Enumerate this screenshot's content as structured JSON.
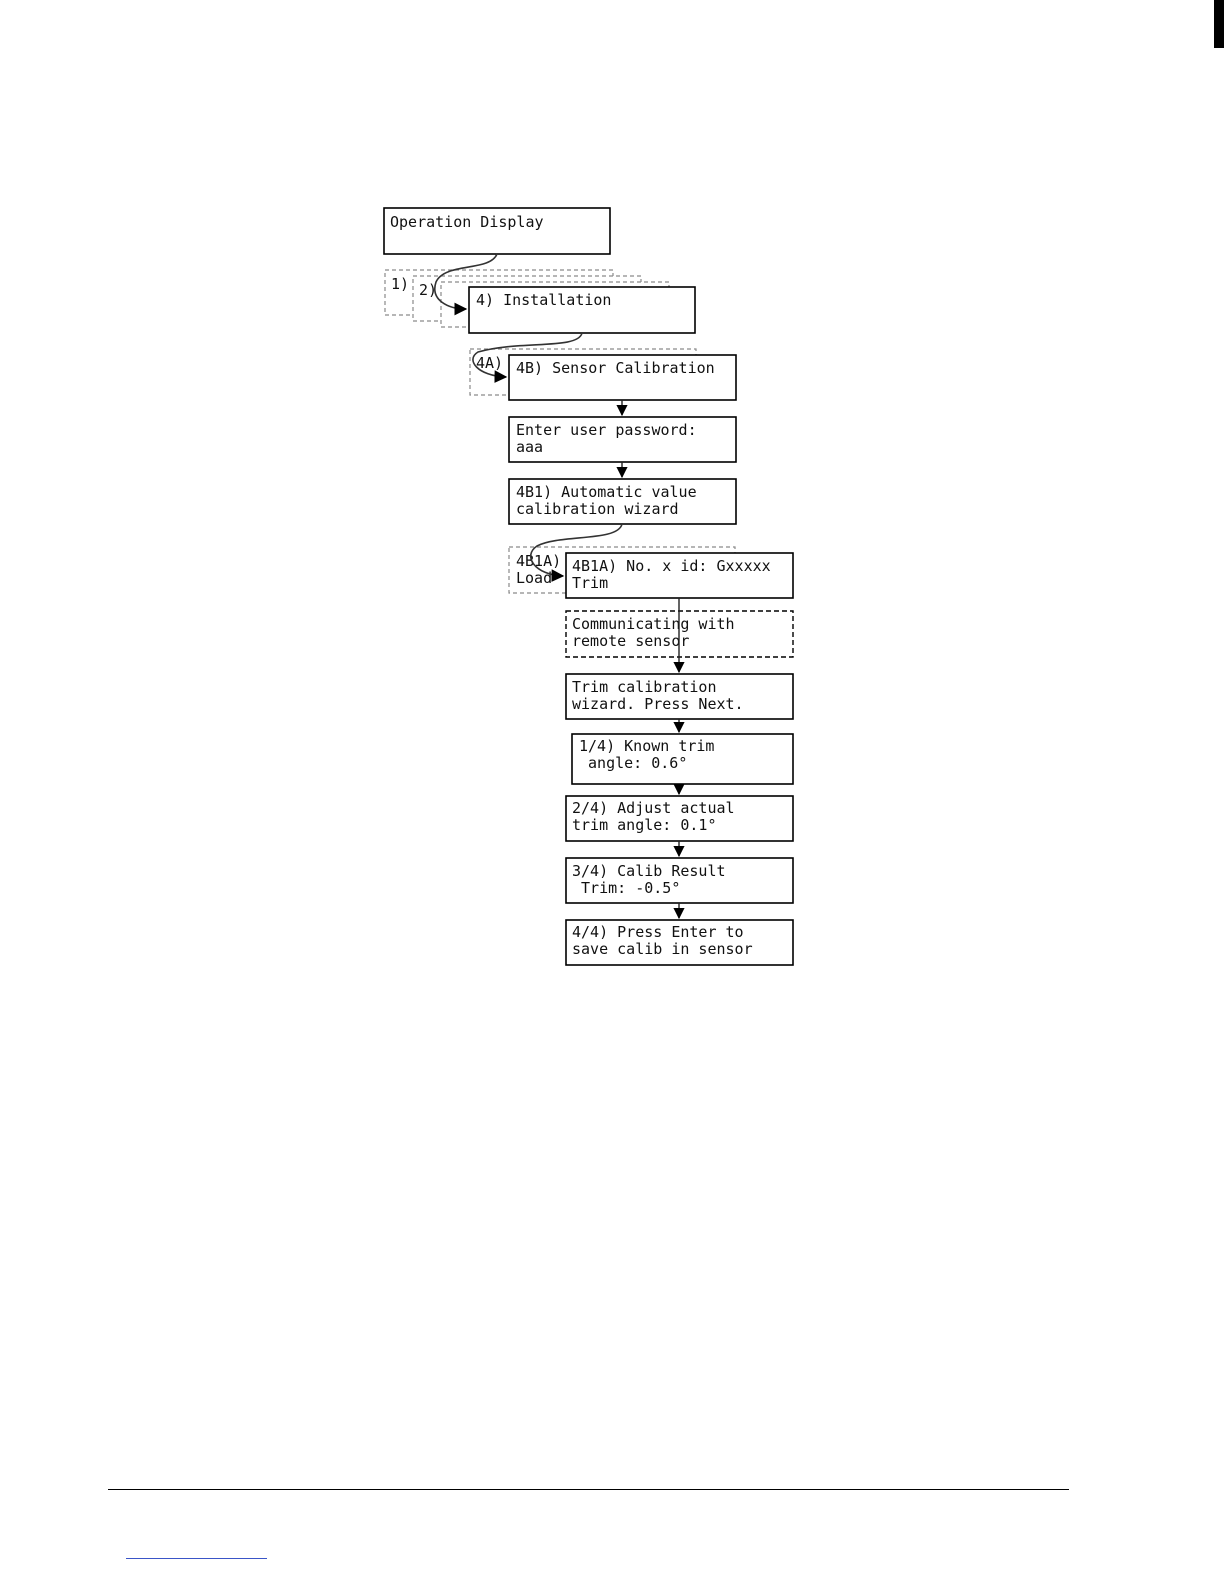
{
  "diagram": {
    "nodes": {
      "operation_display": [
        "Operation Display"
      ],
      "ghost_1": [
        "1)"
      ],
      "ghost_2": [
        "2)"
      ],
      "installation": [
        "4) Installation"
      ],
      "ghost_4a": [
        "4A)"
      ],
      "sensor_calibration": [
        "4B) Sensor Calibration"
      ],
      "password": [
        "Enter user password:",
        "aaa"
      ],
      "auto_wizard": [
        "4B1) Automatic value",
        "calibration wizard"
      ],
      "ghost_4b1a": [
        "4B1A)",
        "Load"
      ],
      "sensor_select": [
        "4B1A) No. x id: Gxxxxx",
        "Trim"
      ],
      "communicating": [
        "Communicating with",
        "remote sensor"
      ],
      "trim_wizard": [
        "Trim calibration",
        "wizard. Press Next."
      ],
      "step1": [
        "1/4) Known trim",
        "      angle: 0.6°"
      ],
      "step2": [
        "2/4) Adjust actual",
        "trim angle: 0.1°"
      ],
      "step3": [
        "3/4) Calib Result",
        "  Trim: -0.5°"
      ],
      "step4": [
        "4/4) Press Enter to",
        "save calib in sensor"
      ]
    }
  },
  "colors": {
    "stroke": "#000000",
    "ghost_stroke": "#8a8a8a",
    "background": "#ffffff"
  }
}
